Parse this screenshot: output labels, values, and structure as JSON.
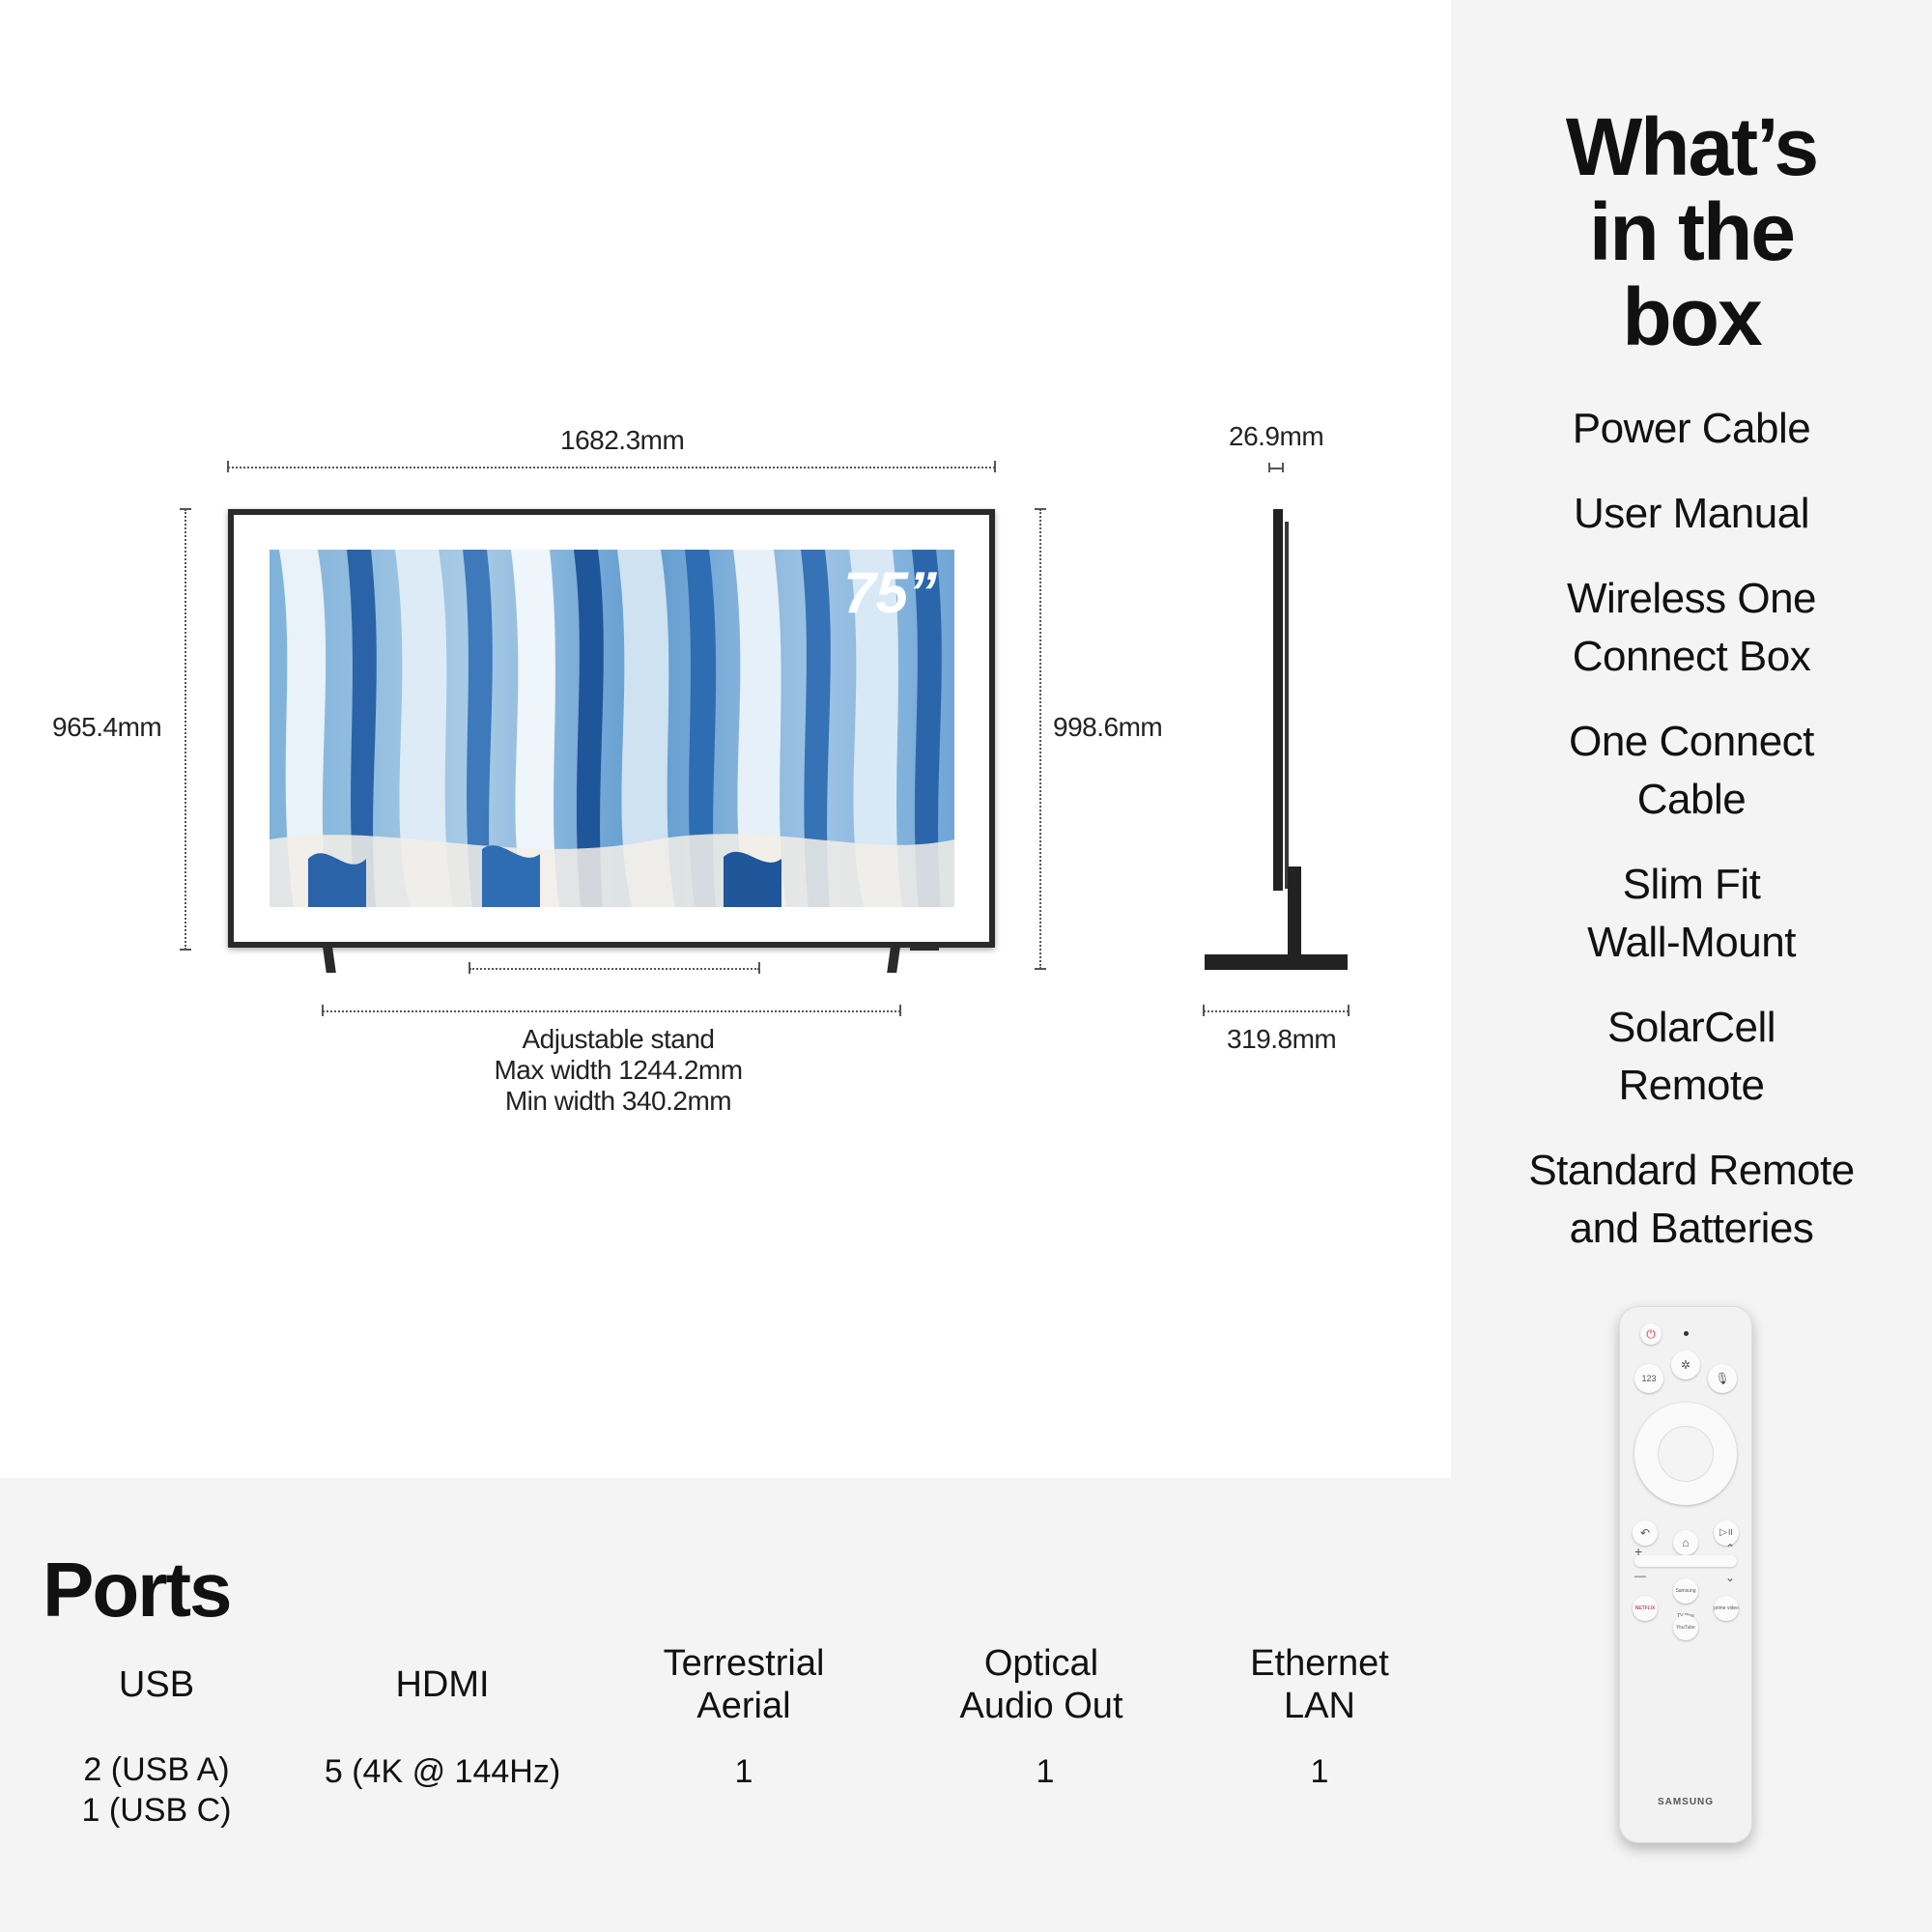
{
  "dimensions": {
    "width": "1682.3mm",
    "height_without_stand": "965.4mm",
    "height_with_stand": "998.6mm",
    "depth": "26.9mm",
    "stand_depth": "319.8mm",
    "stand_label": "Adjustable stand",
    "stand_max": "Max width 1244.2mm",
    "stand_min": "Min width 340.2mm"
  },
  "tv": {
    "size_badge": "75”"
  },
  "box": {
    "title_lines": [
      "What’s",
      "in the",
      "box"
    ],
    "items": [
      [
        "Power Cable"
      ],
      [
        "User Manual"
      ],
      [
        "Wireless One",
        "Connect Box"
      ],
      [
        "One Connect",
        "Cable"
      ],
      [
        "Slim Fit",
        "Wall-Mount"
      ],
      [
        "SolarCell",
        "Remote"
      ],
      [
        "Standard Remote",
        "and Batteries"
      ]
    ]
  },
  "ports": {
    "title": "Ports",
    "columns": [
      {
        "head": [
          "USB"
        ],
        "value": [
          "2 (USB A)",
          "1 (USB C)"
        ]
      },
      {
        "head": [
          "HDMI"
        ],
        "value": [
          "5 (4K @ 144Hz)"
        ]
      },
      {
        "head": [
          "Terrestrial",
          "Aerial"
        ],
        "value": [
          "1"
        ]
      },
      {
        "head": [
          "Optical",
          "Audio Out"
        ],
        "value": [
          "1"
        ]
      },
      {
        "head": [
          "Ethernet",
          "LAN"
        ],
        "value": [
          "1"
        ]
      }
    ]
  },
  "remote": {
    "brand": "SAMSUNG",
    "app_buttons": [
      "NETFLIX",
      "Samsung TV Plus",
      "prime video",
      "YouTube"
    ],
    "num_button": "123"
  }
}
